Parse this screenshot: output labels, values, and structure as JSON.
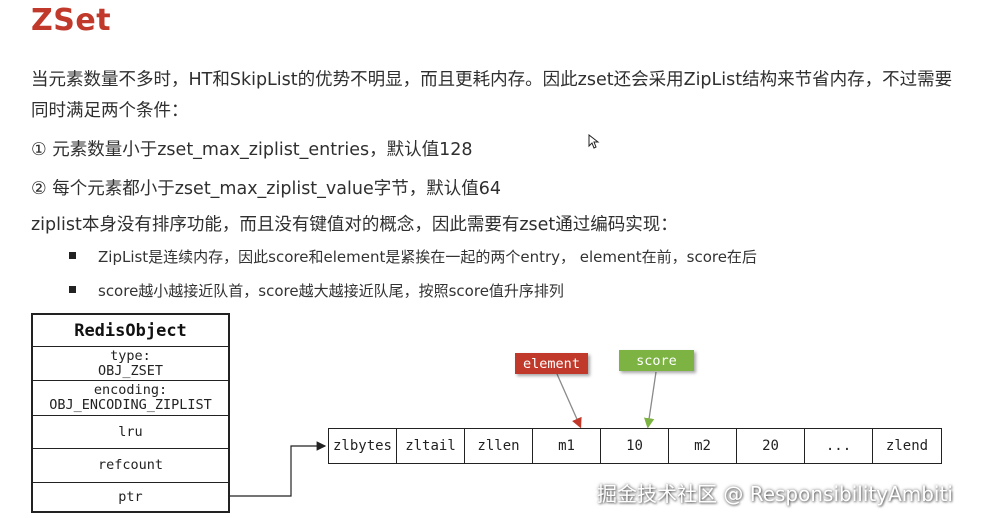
{
  "title": "ZSet",
  "paragraph1_line1": "当元素数量不多时，HT和SkipList的优势不明显，而且更耗内存。因此zset还会采用ZipList结构来节省内存，不过需要",
  "paragraph1_line2": "同时满足两个条件：",
  "condition1": "①  元素数量小于zset_max_ziplist_entries，默认值128",
  "condition2": "②  每个元素都小于zset_max_ziplist_value字节，默认值64",
  "paragraph2": "ziplist本身没有排序功能，而且没有键值对的概念，因此需要有zset通过编码实现：",
  "bullets": [
    "ZipList是连续内存，因此score和element是紧挨在一起的两个entry， element在前，score在后",
    "score越小越接近队首，score越大越接近队尾，按照score值升序排列"
  ],
  "redis_object": {
    "header": "RedisObject",
    "type_label": "type:",
    "type_value": "OBJ_ZSET",
    "encoding_label": "encoding:",
    "encoding_value": "OBJ_ENCODING_ZIPLIST",
    "lru": "lru",
    "refcount": "refcount",
    "ptr": "ptr"
  },
  "ziplist_cells": [
    "zlbytes",
    "zltail",
    "zllen",
    "m1",
    "10",
    "m2",
    "20",
    "...",
    "zlend"
  ],
  "tags": {
    "element": "element",
    "score": "score",
    "element_color": "#c0392b",
    "score_color": "#7cb342"
  },
  "watermark": "掘金技术社区 @ ResponsibilityAmbiti",
  "accent_color": "#c0392b"
}
